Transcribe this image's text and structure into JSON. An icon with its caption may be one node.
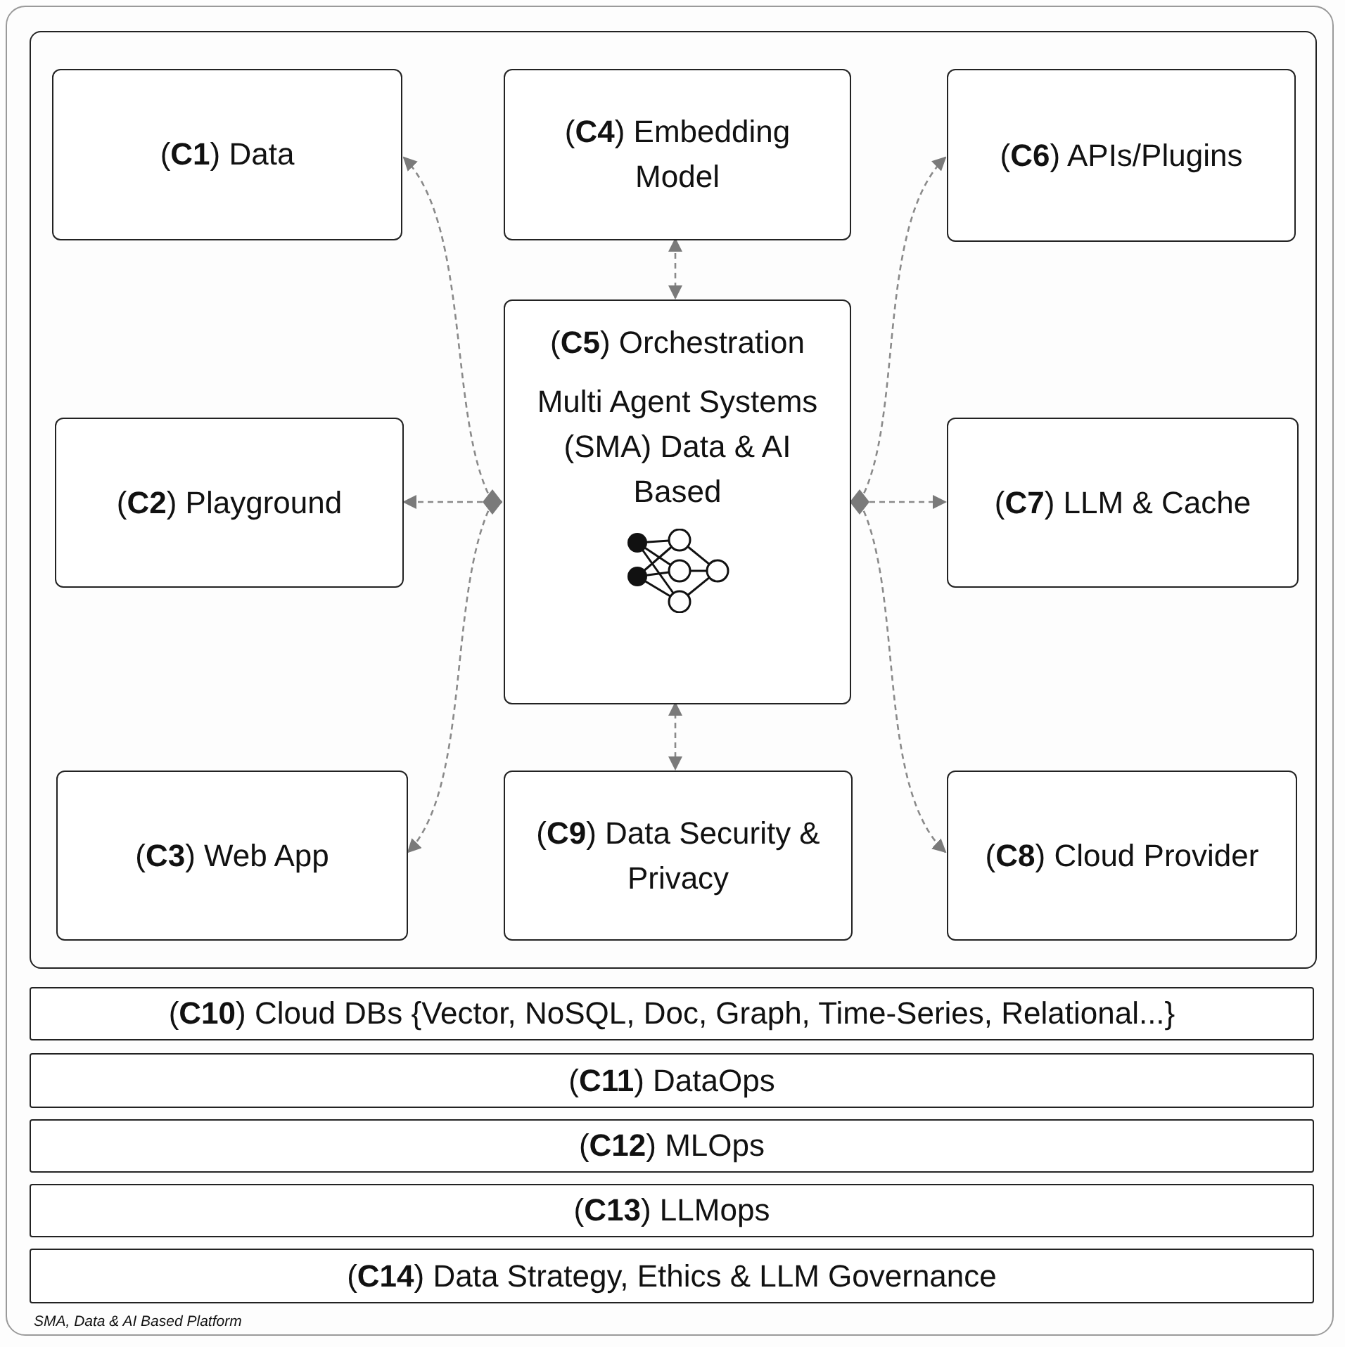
{
  "diagram": {
    "caption": "SMA, Data & AI Based Platform",
    "nodes": [
      {
        "text": [],
        "shape": "box"
      },
      {
        "text": [
          "(**C1**) Data"
        ],
        "in": 0
      },
      {
        "text": [
          "(**C4**) Embedding Model"
        ],
        "in": 0
      },
      {
        "text": [
          "(**C6**) APIs/Plugins"
        ],
        "in": 0
      },
      {
        "text": [
          "(**C5**) Orchestration",
          "Multi Agent Systems (SMA) Data & AI Based"
        ],
        "in": 0
      },
      {
        "text": [
          "(**C2**) Playground"
        ],
        "in": 0
      },
      {
        "text": [
          "(**C7**) LLM & Cache"
        ],
        "in": 0
      },
      {
        "text": [
          "(**C3**) Web App"
        ],
        "in": 0
      },
      {
        "text": [
          "(**C9**) Data Security & Privacy"
        ],
        "in": 0
      },
      {
        "text": [
          "(**C8**) Cloud Provider"
        ],
        "in": 0
      },
      {
        "text": [
          "(**C10**) Cloud DBs {Vector, NoSQL, Doc, Graph, Time-Series, Relational...}"
        ]
      },
      {
        "text": [
          "(**C11**) DataOps"
        ]
      },
      {
        "text": [
          "(**C12**) MLOps"
        ]
      },
      {
        "text": [
          "(**C13**) LLMops"
        ]
      },
      {
        "text": [
          "(**C14**) Data Strategy, Ethics & LLM Governance"
        ]
      }
    ],
    "edges": [
      {
        "from": 4,
        "to": 1,
        "arrow": "to",
        "style": "dashed"
      },
      {
        "from": 4,
        "to": 5,
        "arrow": "to",
        "style": "dashed"
      },
      {
        "from": 4,
        "to": 7,
        "arrow": "to",
        "style": "dashed"
      },
      {
        "from": 4,
        "to": 2,
        "arrow": "both",
        "style": "dashed"
      },
      {
        "from": 4,
        "to": 8,
        "arrow": "both",
        "style": "dashed"
      },
      {
        "from": 4,
        "to": 3,
        "arrow": "to",
        "style": "dashed"
      },
      {
        "from": 4,
        "to": 6,
        "arrow": "to",
        "style": "dashed"
      },
      {
        "from": 4,
        "to": 9,
        "arrow": "to",
        "style": "dashed"
      }
    ]
  }
}
